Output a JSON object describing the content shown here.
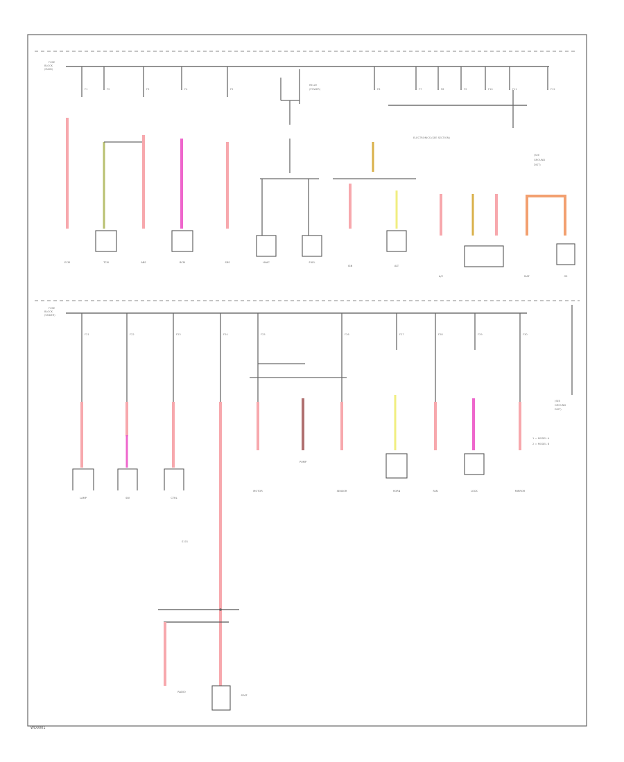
{
  "diagram": {
    "footer_code": "WD0001",
    "section_upper": {
      "bus_label": [
        "FUSE",
        "BLOCK",
        "(MAIN)"
      ],
      "fuse_labels": [
        "F1",
        "F2",
        "F3",
        "F4",
        "F5",
        "F6",
        "F7",
        "F8",
        "F9",
        "F10",
        "F11",
        "F12"
      ],
      "relay_label": [
        "RELAY",
        "(POWER)"
      ],
      "annotation": "ELECTRONICS (SEE SECTION)",
      "side_note": [
        "(SEE",
        "GROUND",
        "DIST)"
      ],
      "component_labels": [
        "ECM",
        "TCM",
        "ABS",
        "BCM",
        "SRS",
        "HVAC",
        "FUEL",
        "IGN",
        "ALT",
        "A/C",
        "MAF",
        "O2"
      ]
    },
    "section_lower": {
      "bus_label": [
        "FUSE",
        "BLOCK",
        "(UNDER)"
      ],
      "fuse_labels": [
        "F21",
        "F22",
        "F23",
        "F24",
        "F25",
        "F26",
        "F27",
        "F28",
        "F29",
        "F30"
      ],
      "side_note": [
        "(SEE",
        "GROUND",
        "DIST)"
      ],
      "legend": [
        "1 = MODEL A",
        "2 = MODEL B"
      ],
      "splice_label": "S101",
      "component_labels": [
        "LAMP",
        "SW",
        "CTRL",
        "MOTOR",
        "PUMP",
        "SENSOR",
        "HORN",
        "FAN",
        "LOCK",
        "MIRROR",
        "RADIO",
        "SEAT"
      ]
    },
    "colors": {
      "pink": "#f7a8ad",
      "magenta": "#ee66cc",
      "orange": "#f2a070",
      "olive": "#b8c070",
      "yellow": "#f0ee80",
      "gold": "#d9b04a",
      "brown": "#b07070",
      "gray": "#6a6a6a"
    }
  }
}
